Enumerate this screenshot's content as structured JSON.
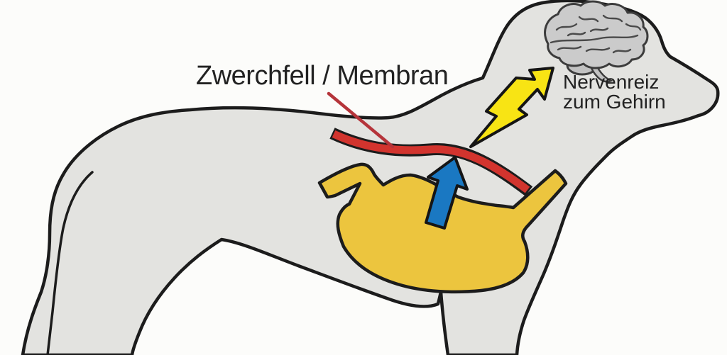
{
  "diagram": {
    "subject": "dog-reflex-anatomy-illustration",
    "labels": {
      "diaphragm_label": "Zwerchfell / Membran",
      "nerve_label_line1": "Nervenreiz",
      "nerve_label_line2": "zum Gehirn"
    },
    "colors": {
      "background": "#fcfcfa",
      "body_gray": "#e3e3e0",
      "outline_black": "#1c1c1c",
      "stomach_yellow": "#ecc53e",
      "bolt_yellow": "#f8e414",
      "diaphragm_red": "#d2342e",
      "leader_red": "#b5343a",
      "arrow_blue": "#1a78c2",
      "brain_gray": "#cbcbcb",
      "cerebellum_gray": "#c2c2c2",
      "text_color": "#222222"
    },
    "parts": [
      "dog-silhouette",
      "brain-icon",
      "lightning-bolt-icon",
      "diaphragm-curve",
      "stomach-shape",
      "up-arrow-icon",
      "label-leader-line"
    ]
  }
}
